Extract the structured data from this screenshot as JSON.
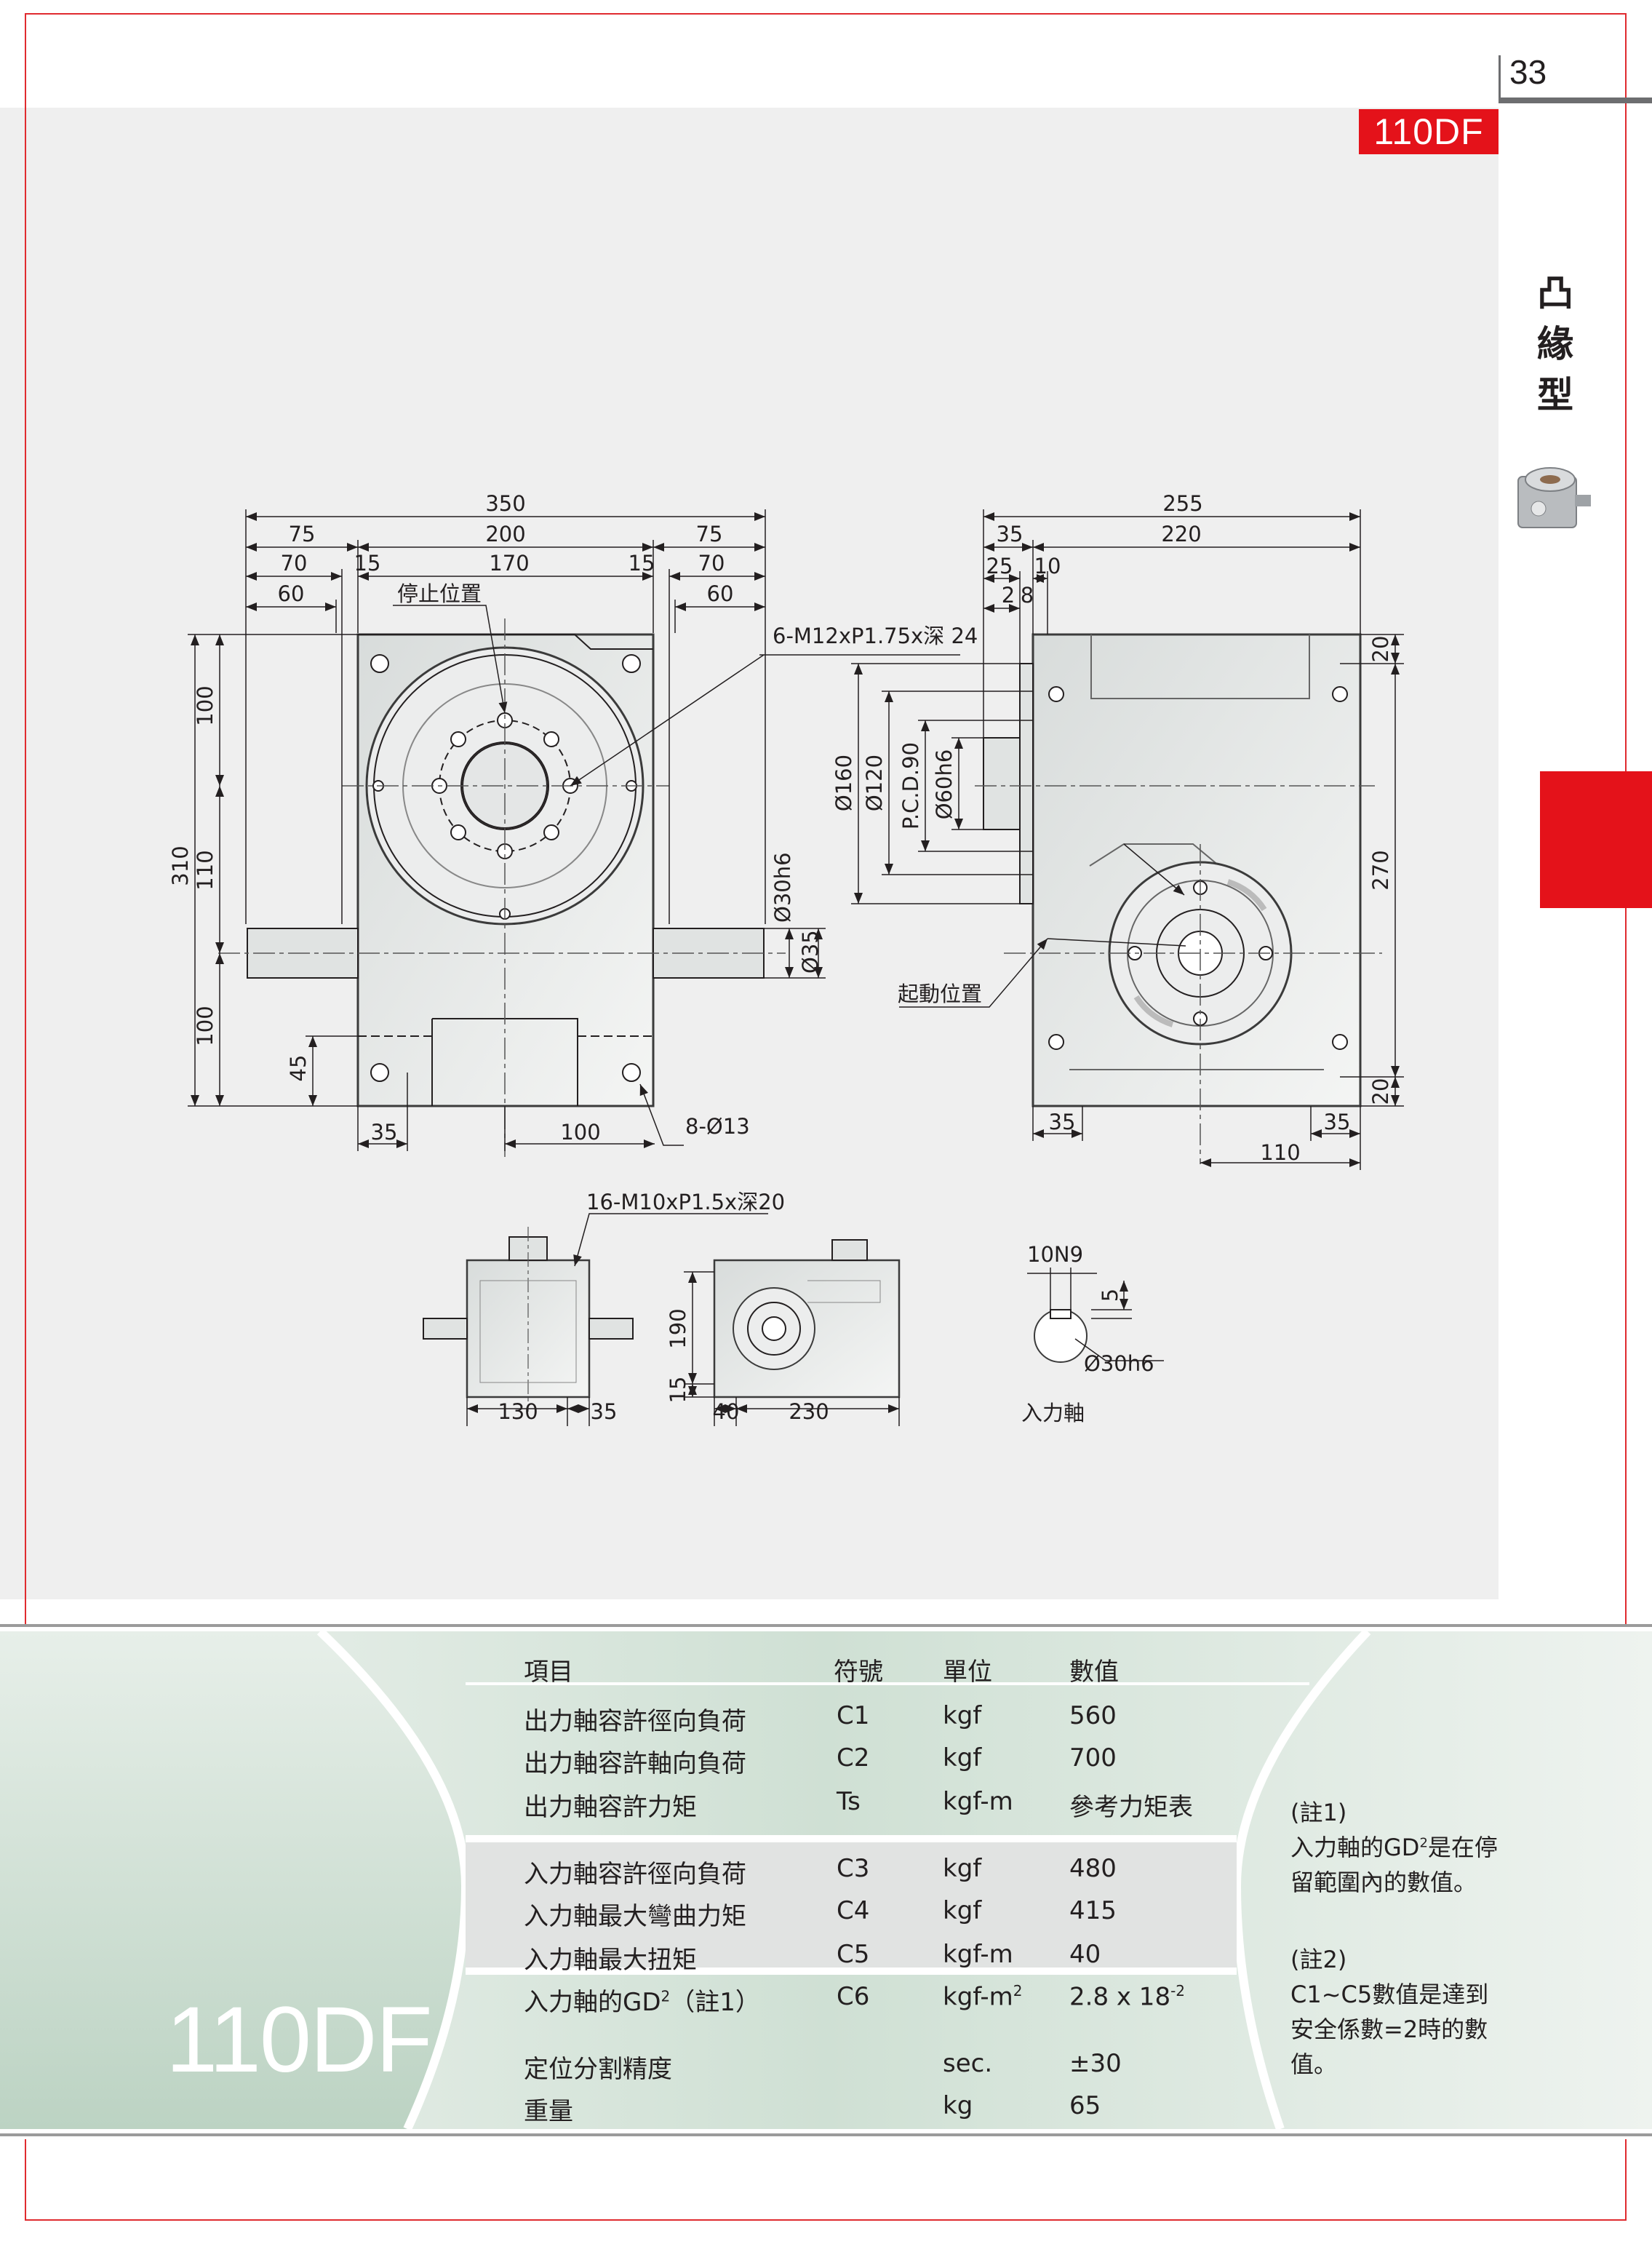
{
  "page": {
    "number": "33",
    "model_tag": "110DF",
    "category": [
      "凸",
      "緣",
      "型"
    ]
  },
  "front_view": {
    "dims": [
      "350",
      "75",
      "200",
      "75",
      "70",
      "15",
      "170",
      "15",
      "70",
      "60",
      "60",
      "310",
      "110",
      "100",
      "100",
      "45",
      "35",
      "100"
    ],
    "callouts": {
      "stop": "停止位置",
      "tap": "6-M12xP1.75x深 24",
      "holes": "8-Ø13",
      "shaft_dia": "Ø30h6",
      "shaft_dia2": "Ø35"
    }
  },
  "side_view": {
    "dims": [
      "255",
      "35",
      "220",
      "25",
      "10",
      "2",
      "8",
      "Ø160",
      "Ø120",
      "P.C.D.90",
      "Ø60h6",
      "20",
      "270",
      "20",
      "35",
      "110",
      "35"
    ],
    "callouts": {
      "start": "起動位置"
    }
  },
  "small_views": {
    "tap": "16-M10xP1.5x深20",
    "dims": [
      "130",
      "35",
      "190",
      "15",
      "40",
      "230"
    ]
  },
  "input_shaft": {
    "key": "10N9",
    "depth": "5",
    "dia": "Ø30h6",
    "label": "入力軸"
  },
  "specs": {
    "headers": [
      "項目",
      "符號",
      "單位",
      "數值"
    ],
    "group1": [
      [
        "出力軸容許徑向負荷",
        "C1",
        "kgf",
        "560"
      ],
      [
        "出力軸容許軸向負荷",
        "C2",
        "kgf",
        "700"
      ],
      [
        "出力軸容許力矩",
        "Ts",
        "kgf-m",
        "參考力矩表"
      ]
    ],
    "group2": [
      [
        "入力軸容許徑向負荷",
        "C3",
        "kgf",
        "480"
      ],
      [
        "入力軸最大彎曲力矩",
        "C4",
        "kgf",
        "415"
      ],
      [
        "入力軸最大扭矩",
        "C5",
        "kgf-m",
        "40"
      ]
    ],
    "gd2_row": {
      "item": "入力軸的GD",
      "sup": "2",
      "note": "（註1）",
      "sym": "C6",
      "unit": "kgf-m",
      "unit_sup": "2",
      "val": "2.8 x 18",
      "val_sup": "-2"
    },
    "group3": [
      [
        "定位分割精度",
        "",
        "sec.",
        "±30"
      ],
      [
        "重量",
        "",
        "kg",
        "65"
      ]
    ],
    "model": "110DF"
  },
  "notes": {
    "n1_title": "(註1)",
    "n1_line1_a": "入力軸的GD",
    "n1_line1_sup": "2",
    "n1_line1_b": "是在停",
    "n1_line2": "留範圍內的數值。",
    "n2_title": "(註2)",
    "n2_line1": "C1~C5數值是達到",
    "n2_line2": "安全係數=2時的數",
    "n2_line3": "值。"
  }
}
